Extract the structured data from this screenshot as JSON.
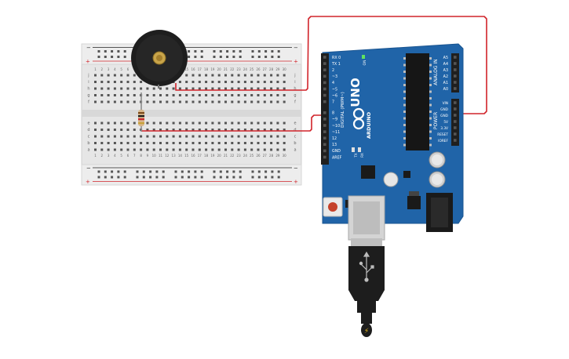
{
  "breadboard": {
    "columns": [
      "1",
      "2",
      "3",
      "4",
      "5",
      "6",
      "7",
      "8",
      "9",
      "10",
      "11",
      "12",
      "13",
      "14",
      "15",
      "16",
      "17",
      "18",
      "19",
      "20",
      "21",
      "22",
      "23",
      "24",
      "25",
      "26",
      "27",
      "28",
      "29",
      "30"
    ],
    "rows_top": [
      "j",
      "i",
      "h",
      "g",
      "f"
    ],
    "rows_bottom": [
      "e",
      "d",
      "c",
      "b",
      "a"
    ],
    "rail_minus": "−",
    "rail_plus": "+"
  },
  "arduino": {
    "brand": "ARDUINO",
    "model": "UNO",
    "digital_label": "DIGITAL (PWM~)",
    "analog_label": "ANALOG IN",
    "power_label": "POWER",
    "on_label": "ON",
    "tx_label": "TX",
    "rx_label": "RX",
    "digital_pins": [
      "RX 0",
      "TX 1",
      "2",
      "~3",
      "4",
      "~5",
      "~6",
      "7",
      "8",
      "~9",
      "~10",
      "~11",
      "12",
      "13",
      "GND",
      "AREF"
    ],
    "analog_pins": [
      "A5",
      "A4",
      "A3",
      "A2",
      "A1",
      "A0"
    ],
    "power_pins": [
      "VIN",
      "GND",
      "GND",
      "5V",
      "3.3V",
      "RESET",
      "IOREF"
    ]
  },
  "colors": {
    "wire": "#d1232a",
    "board": "#2064a8",
    "breadboard": "#e8e8e8",
    "buzzer": "#222222"
  },
  "icons": {
    "usb": "usb-trident-icon",
    "power": "lightning-icon"
  }
}
